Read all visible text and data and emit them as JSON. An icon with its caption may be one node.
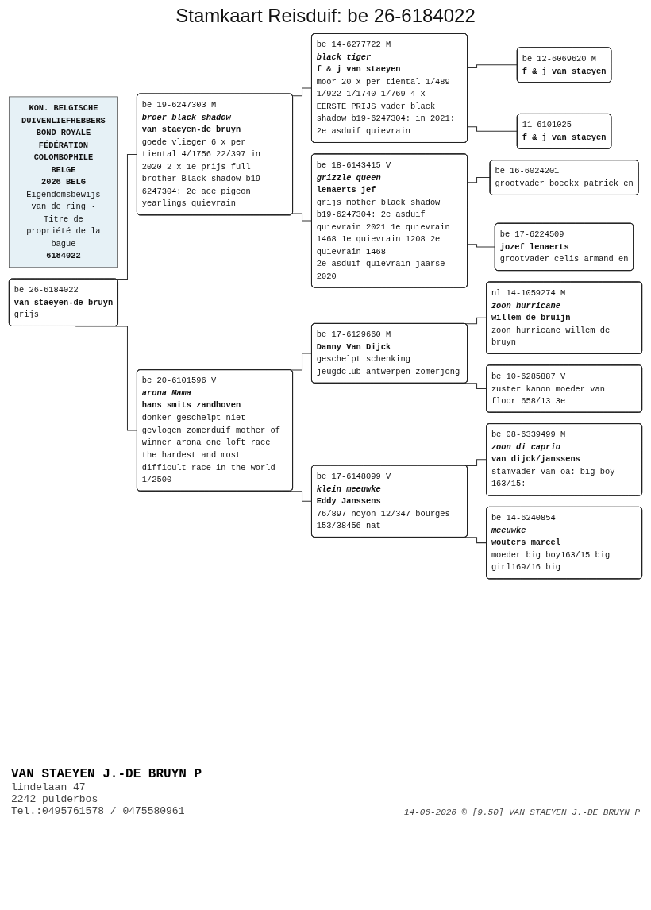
{
  "diagram": {
    "title": "Stamkaart Reisduif: be 26-6184022",
    "nodes": [
      {
        "text": [
          "be 26-6184022",
          "van staeyen-de bruyn",
          "grijs"
        ]
      },
      {
        "text": [
          "be 19-6247303 M",
          "broer black shadow",
          "van staeyen-de bruyn",
          "goede vlieger 6 x per tiental 4/1756 22/397 in 2020 2 x 1e prijs full brother Black shadow b19-6247304: 2e ace pigeon yearlings quievrain"
        ]
      },
      {
        "text": [
          "be 20-6101596 V",
          "arona Mama",
          "hans smits zandhoven",
          "donker geschelpt niet gevlogen zomerduif mother of winner arona one loft race the hardest and most difficult race in the world 1/2500"
        ]
      },
      {
        "text": [
          "be 14-6277722 M",
          "black tiger",
          "f & j van staeyen",
          "moor 20 x per tiental 1/489 1/922 1/1740 1/769 4 x EERSTE PRIJS vader black shadow b19-6247304: in 2021: 2e asduif quievrain"
        ]
      },
      {
        "text": [
          "be 18-6143415 V",
          "grizzle queen",
          "lenaerts jef",
          "grijs mother black shadow b19-6247304: 2e asduif quievrain 2021 1e quievrain 1468 1e quievrain 1208 2e quievrain 1468",
          "2e asduif quievrain jaarse 2020"
        ]
      },
      {
        "text": [
          "be 17-6129660 M",
          "Danny Van Dijck",
          "geschelpt schenking jeugdclub antwerpen zomerjong"
        ]
      },
      {
        "text": [
          "be 17-6148099 V",
          "klein meeuwke",
          "Eddy Janssens",
          "76/897 noyon 12/347 bourges 153/38456 nat"
        ]
      },
      {
        "text": [
          "be 12-6069620 M",
          "f & j van staeyen"
        ]
      },
      {
        "text": [
          "11-6101025",
          "f & j van staeyen"
        ]
      },
      {
        "text": [
          "be 16-6024201",
          "grootvader boeckx patrick en"
        ]
      },
      {
        "text": [
          "be 17-6224509",
          "jozef lenaerts",
          "grootvader celis armand en"
        ]
      },
      {
        "text": [
          "nl 14-1059274 M",
          "zoon hurricane",
          "willem de bruijn",
          "zoon hurricane willem de bruyn"
        ]
      },
      {
        "text": [
          "be 10-6285887 V",
          "zuster kanon moeder van floor 658/13 3e"
        ]
      },
      {
        "text": [
          "be 08-6339499 M",
          "zoon di caprio",
          "van dijck/janssens",
          "stamvader van oa: big boy 163/15:"
        ]
      },
      {
        "text": [
          "be 14-6240854",
          "meeuwke",
          "wouters marcel",
          "moeder big boy163/15 big girl169/16 big"
        ]
      },
      {
        "text": [
          "KON. BELGISCHE DUIVENLIEFHEBBERSBOND ROYALE FÉDÉRATION COLOMBOPHILE BELGE",
          "2026 BELG",
          "Eigendomsbewijs van de ring · Titre de propriété de la bague",
          "6184022"
        ]
      }
    ],
    "edges": [
      {
        "from": 0,
        "to": 1,
        "arrow": "none"
      },
      {
        "from": 0,
        "to": 2,
        "arrow": "none"
      },
      {
        "from": 1,
        "to": 3,
        "arrow": "none"
      },
      {
        "from": 1,
        "to": 4,
        "arrow": "none"
      },
      {
        "from": 2,
        "to": 5,
        "arrow": "none"
      },
      {
        "from": 2,
        "to": 6,
        "arrow": "none"
      },
      {
        "from": 3,
        "to": 7,
        "arrow": "none"
      },
      {
        "from": 3,
        "to": 8,
        "arrow": "none"
      },
      {
        "from": 4,
        "to": 9,
        "arrow": "none"
      },
      {
        "from": 4,
        "to": 10,
        "arrow": "none"
      },
      {
        "from": 5,
        "to": 11,
        "arrow": "none"
      },
      {
        "from": 5,
        "to": 12,
        "arrow": "none"
      },
      {
        "from": 6,
        "to": 13,
        "arrow": "none"
      },
      {
        "from": 6,
        "to": 14,
        "arrow": "none"
      }
    ],
    "labels": [
      "VAN STAEYEN J.-DE BRUYN P",
      "lindelaan 47",
      "2242 pulderbos",
      "Tel.:0495761578 / 0475580961",
      "14-06-2026 © [9.50] VAN STAEYEN J.-DE BRUYN P"
    ]
  }
}
